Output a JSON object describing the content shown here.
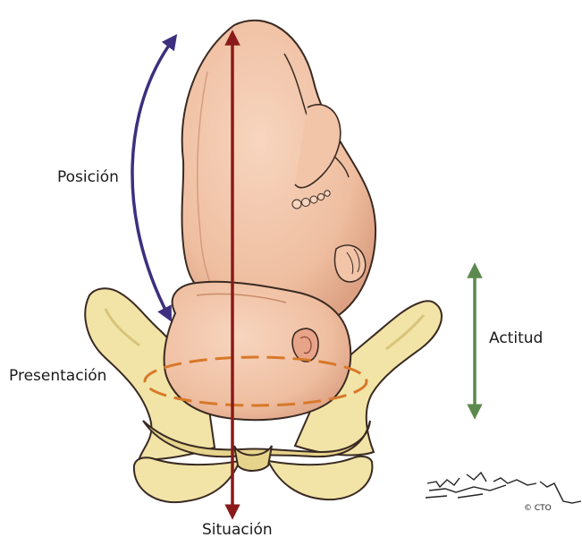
{
  "labels": {
    "posicion": "Posición",
    "presentacion": "Presentación",
    "actitud": "Actitud",
    "situacion": "Situación"
  },
  "copyright": "© CTO",
  "signature": "signature scribble",
  "colors": {
    "posicion_arrow": "#3e2f7f",
    "situacion_arrow": "#8b1a1a",
    "actitud_arrow": "#5c8a4e",
    "presentacion_ellipse": "#d8782a",
    "skin": "#f2c4a8",
    "skin_shadow": "#e0a487",
    "bone": "#f1e4a6",
    "bone_shadow": "#d8c47a",
    "outline": "#3a2a22"
  }
}
